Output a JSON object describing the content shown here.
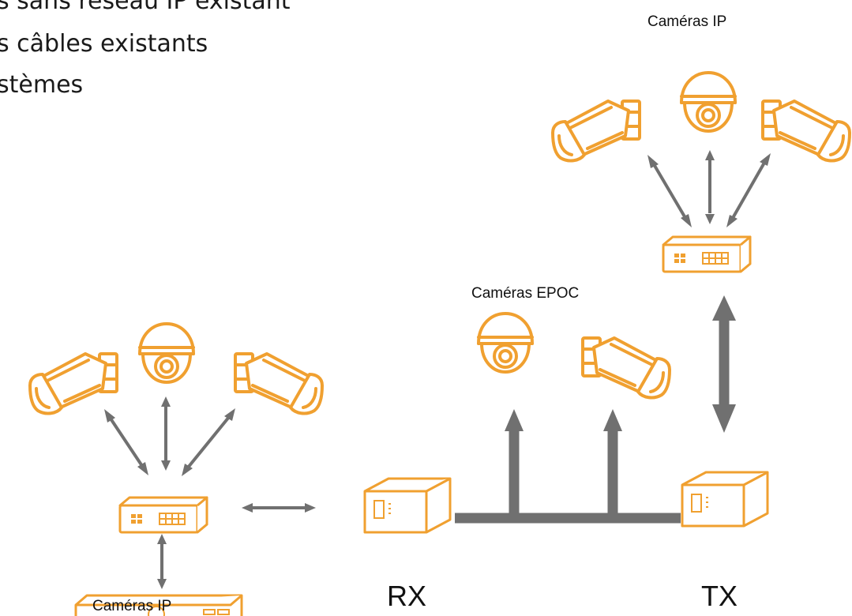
{
  "slide": {
    "bullets": [
      "s sans réseau IP existant",
      "s câbles existants",
      "stèmes"
    ]
  },
  "labels": {
    "ip_cameras_top": "Caméras IP",
    "epoc_cameras": "Caméras EPOC",
    "ip_cameras_bottom": "Caméras IP",
    "rx": "RX",
    "tx": "TX"
  },
  "colors": {
    "device_orange": "#f0a030",
    "arrow_gray": "#707070"
  },
  "icons": [
    "bullet-camera-icon",
    "dome-camera-icon",
    "network-switch-icon",
    "ethernet-extender-icon",
    "video-recorder-icon"
  ]
}
